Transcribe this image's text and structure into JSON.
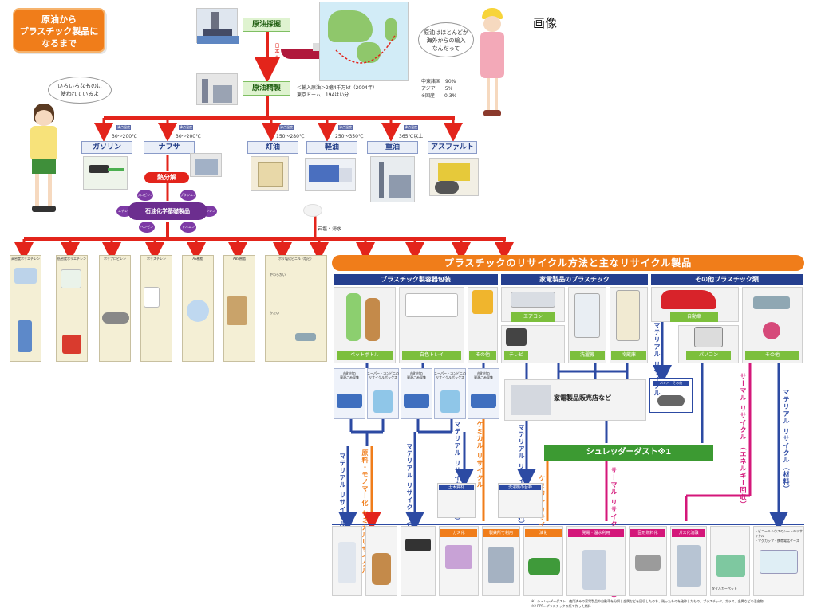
{
  "page_label": "画像",
  "title": "原油から\nプラスチック製品に\nなるまで",
  "top": {
    "extraction": "原油採掘",
    "to_japan": "日本へ",
    "refining": "原油精製",
    "import_note": "＜輸入原油＞2億4千万kℓ（2004年）\n東京ドーム　194はい分",
    "sources": "中東諸国　90%\nアジア　　5%\n※国産　　0.3%",
    "girl_speech": "原油はほとんどが\n海外からの輸入\nなんだって",
    "boy_speech": "いろいろなものに\n使われているよ"
  },
  "fractions": [
    {
      "name": "ガソリン",
      "temp": "30～200℃"
    },
    {
      "name": "ナフサ",
      "temp": "30～200℃"
    },
    {
      "name": "灯油",
      "temp": "150～280℃"
    },
    {
      "name": "軽油",
      "temp": "250～350℃"
    },
    {
      "name": "重油",
      "temp": "365℃以上"
    },
    {
      "name": "アスファルト",
      "temp": ""
    }
  ],
  "temp_tag": "沸点温度",
  "cracking": "熱分解",
  "petrochem": {
    "center": "石油化学基礎製品",
    "blobs": [
      "プロピレン",
      "ブタジエン",
      "エチレン",
      "キシレン",
      "ベンゼン",
      "トルエン"
    ]
  },
  "salt": "岩塩・海水",
  "plastic_types": [
    "高密度ポリエチレン",
    "低密度ポリエチレン",
    "ポリプロピレン",
    "ポリスチレン",
    "AS樹脂",
    "ABS樹脂",
    "ポリ塩化ビニル（塩ビ）"
  ],
  "pvc_notes": [
    "やわらかい",
    "かたい"
  ],
  "recycle": {
    "title": "プラスチックのリサイクル方法と主なリサイクル製品",
    "categories": [
      "プラスチック製容器包装",
      "家電製品のプラスチック",
      "その他プラスチック類"
    ],
    "items": [
      "ペットボトル",
      "白色トレイ",
      "その他",
      "エアコン",
      "テレビ",
      "洗濯機",
      "冷蔵庫",
      "自動車",
      "パソコン",
      "その他"
    ],
    "collect": [
      "市町村の\n資源ごみ収集",
      "スーパー・コンビニの\nリサイクルボックス",
      "市町村の\n資源ごみ収集",
      "スーパー・コンビニの\nリサイクルボックス",
      "市町村の\n資源ごみ収集"
    ],
    "retail": "家電製品販売店など",
    "bumper": "バンパーその他",
    "shredder": "シュレッダーダスト※1",
    "vertical": {
      "material": "マテリアル\nリサイクル",
      "material_paren": "マテリアル\nリサイクル（材料）",
      "chemical": "ケミカル\nリサイクル",
      "thermal": "サーマル\nリサイクル\n（エネルギー回収）",
      "monomer": "原料・モノマー化\nケミカルリサイクル"
    },
    "civil": "土木資材",
    "container": "洗濯機の台枠",
    "outputs": [
      "ガス化",
      "製鉄所で利用",
      "油化",
      "発電・温水利用",
      "固形燃料化",
      "ガス化溶融",
      "タイルカーペット",
      "・ビニールハウスのシートのリサイクル\n・マグカップ・携帯電話ケース"
    ],
    "footnote": "※1 シュレッダーダスト…使用済みの家電製品や自動車を分解し金属などを回収したのち、残ったものを破砕したもの。プラスチック、ガラス、金属などの混合物\n※2 RPF…プラスチックの紙で作った燃料"
  },
  "colors": {
    "red_line": "#e3241b",
    "blue_line": "#2c4aa3",
    "orange": "#f07d1a",
    "green": "#3c9a32",
    "magenta": "#d4177a",
    "purple": "#6c2e8f"
  }
}
